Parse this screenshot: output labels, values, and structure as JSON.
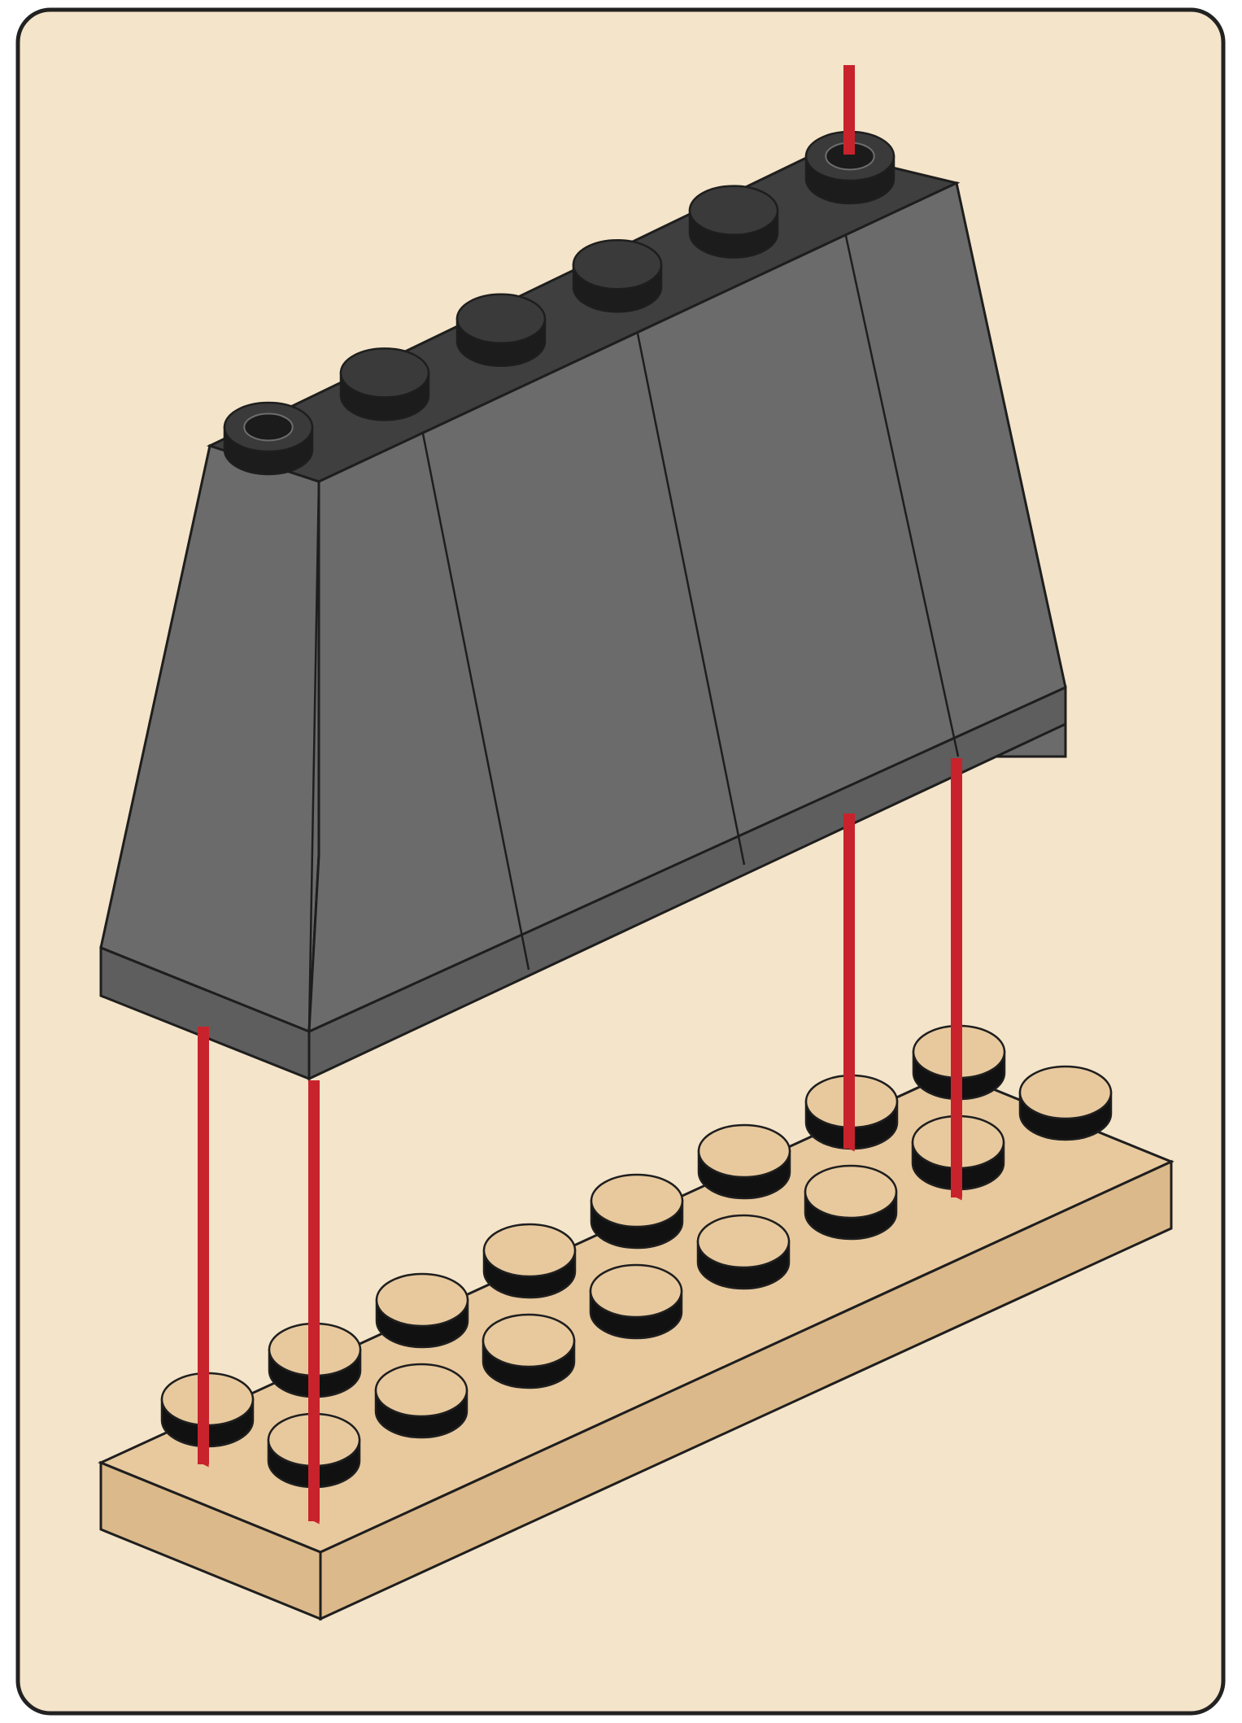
{
  "panel": {
    "background": "#f4e4c9",
    "border": "#222222"
  },
  "top_brick": {
    "kind": "slope-brick-1x6",
    "studs": 6,
    "hollow_studs": 2,
    "color": "#6b6b6b",
    "top_color": "#3f3f3f",
    "edge_color": "#1e1e1e"
  },
  "base_plate": {
    "kind": "plate-2x8",
    "rows": 2,
    "cols": 8,
    "color": "#e8c99e",
    "stud_side": "#111111",
    "edge_color": "#1e1e1e"
  },
  "arrows": {
    "color": "#c8232c",
    "count": 5
  }
}
